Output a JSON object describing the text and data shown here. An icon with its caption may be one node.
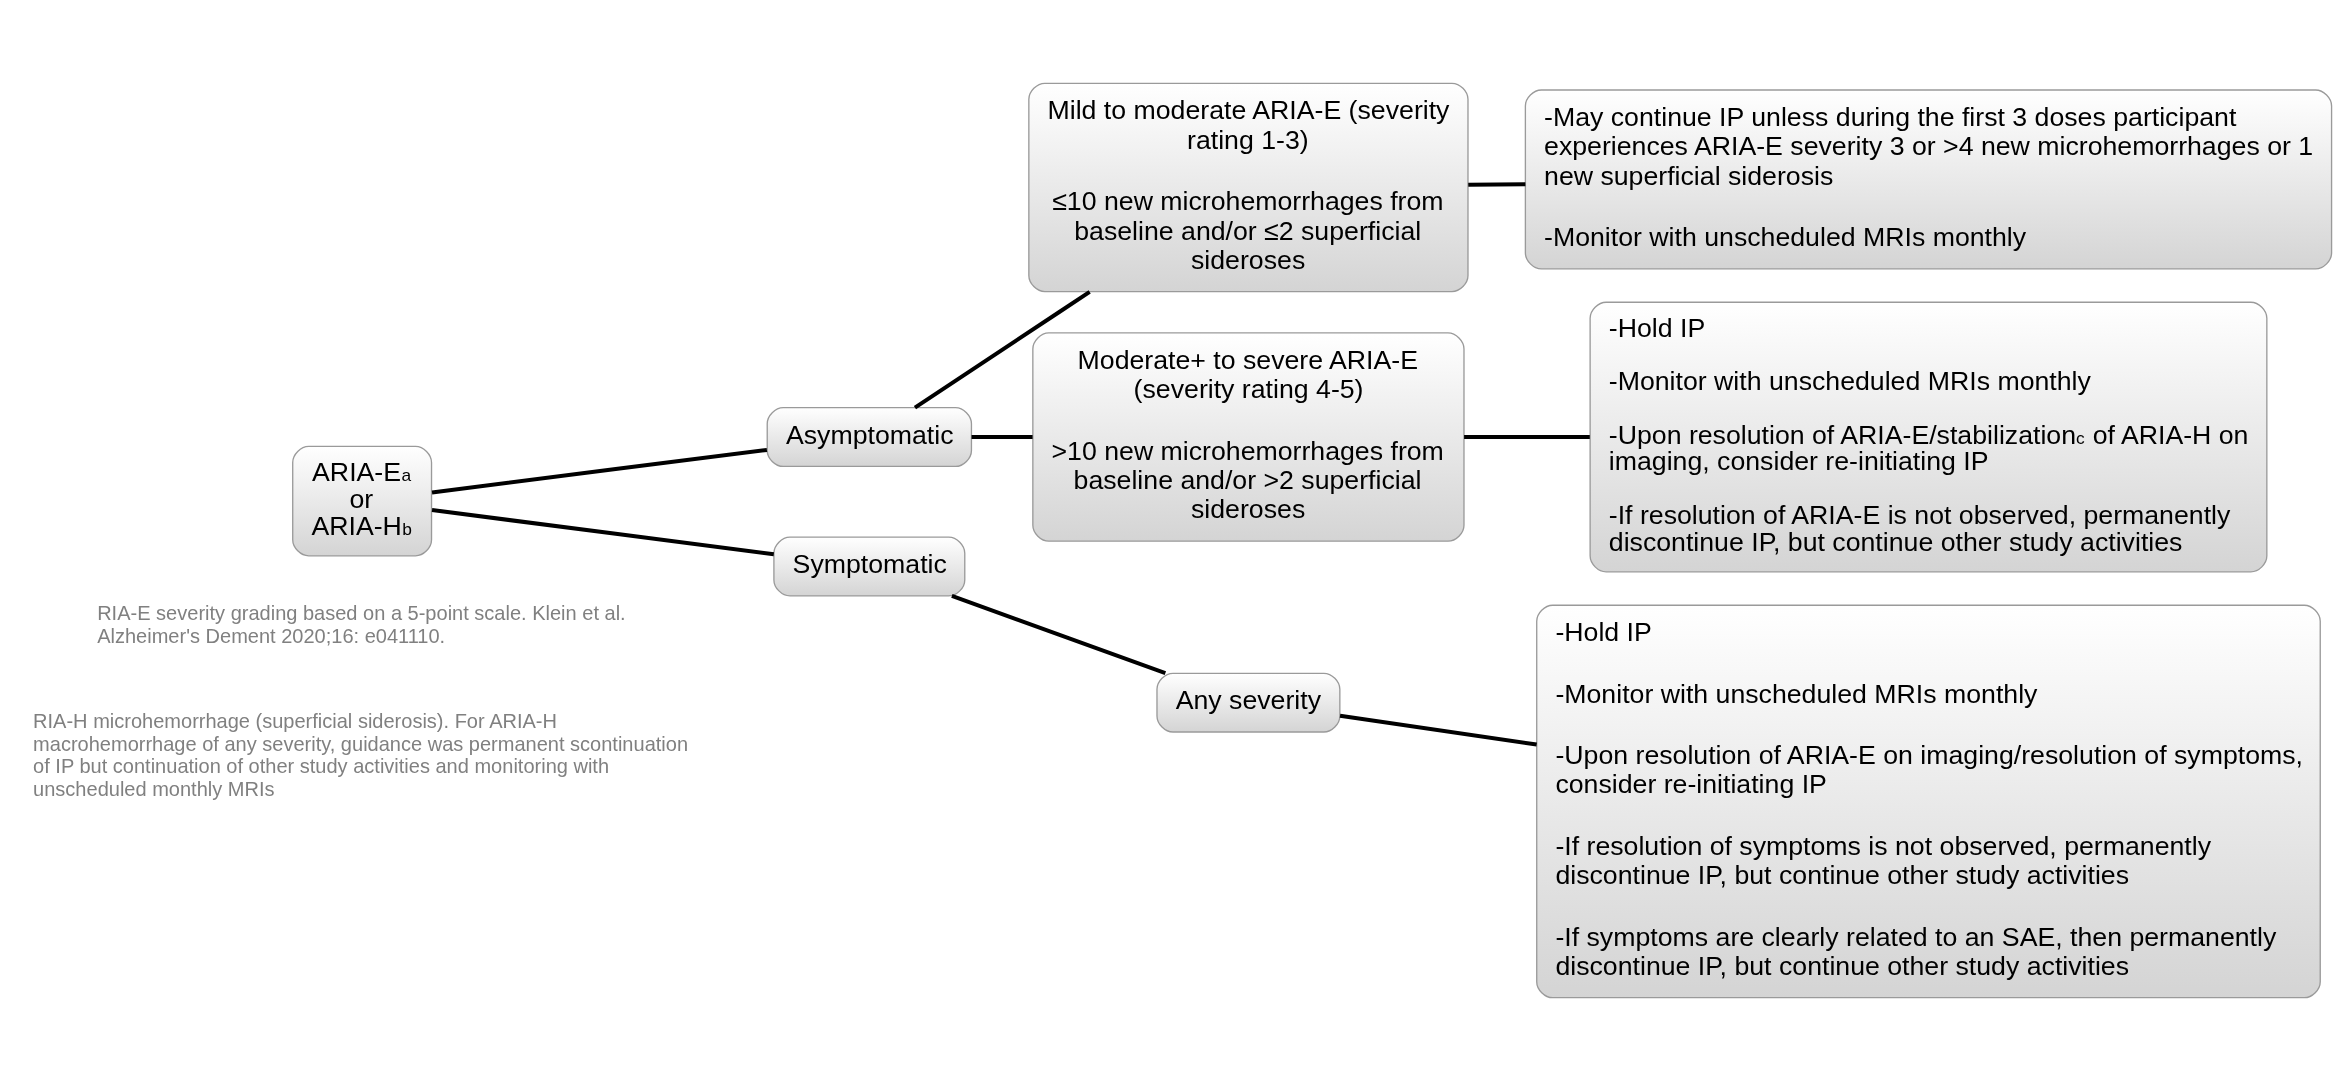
{
  "diagram": {
    "nodes": [
      {
        "text": [
          "ARIA-E$^{a}$ or ARIA-H$^{b}$"
        ]
      },
      {
        "text": [
          "Asymptomatic"
        ]
      },
      {
        "text": [
          "Mild to moderate ARIA-E (severity rating 1-3)",
          "≤10 new microhemorrhages from baseline and/or ≤2 superficial sideroses"
        ]
      },
      {
        "text": [
          "Moderate+ to severe ARIA-E (severity rating 4-5)",
          ">10 new microhemorrhages from baseline and/or >2 superficial sideroses"
        ]
      },
      {
        "text": [
          "Symptomatic"
        ]
      },
      {
        "text": [
          "Any severity"
        ]
      },
      {
        "text": [
          "-May continue IP unless during the first 3 doses participant experiences ARIA-E severity 3 or >4 new microhemorrhages or 1 new superficial siderosis",
          "-Monitor with unscheduled MRIs monthly"
        ]
      },
      {
        "text": [
          "-Hold IP",
          "-Monitor with unscheduled MRIs monthly",
          "-Upon resolution of ARIA-E/stabilization$^{c}$ of ARIA-H on imaging, consider re-initiating IP",
          "-If resolution of ARIA-E is not observed, permanently discontinue IP, but continue other study activities"
        ]
      },
      {
        "text": [
          "-Hold IP",
          "-Monitor with unscheduled MRIs monthly",
          "-Upon resolution of ARIA-E on imaging/resolution of symptoms, consider re-initiating IP",
          "-If resolution of symptoms is not observed, permanently discontinue IP, but continue other study activities",
          "-If symptoms are clearly related to an SAE, then permanently discontinue IP, but continue other study activities"
        ]
      }
    ],
    "edges": [
      {
        "from": 0,
        "to": 1,
        "arrow": "none"
      },
      {
        "from": 0,
        "to": 4,
        "arrow": "none"
      },
      {
        "from": 1,
        "to": 2,
        "arrow": "none"
      },
      {
        "from": 1,
        "to": 3,
        "arrow": "none"
      },
      {
        "from": 4,
        "to": 5,
        "arrow": "none"
      },
      {
        "from": 2,
        "to": 6,
        "arrow": "none"
      },
      {
        "from": 3,
        "to": 7,
        "arrow": "none"
      },
      {
        "from": 5,
        "to": 8,
        "arrow": "none"
      }
    ],
    "labels": [
      "RIA-E severity grading based on a 5-point scale. Klein et al. Alzheimer's Dement 2020;16: e041110.",
      "RIA-H microhemorrhage (superficial siderosis). For ARIA-H macrohemorrhage of any severity, guidance was permanent scontinuation of IP but continuation of other study activities and monitoring with unscheduled monthly MRIs"
    ]
  }
}
